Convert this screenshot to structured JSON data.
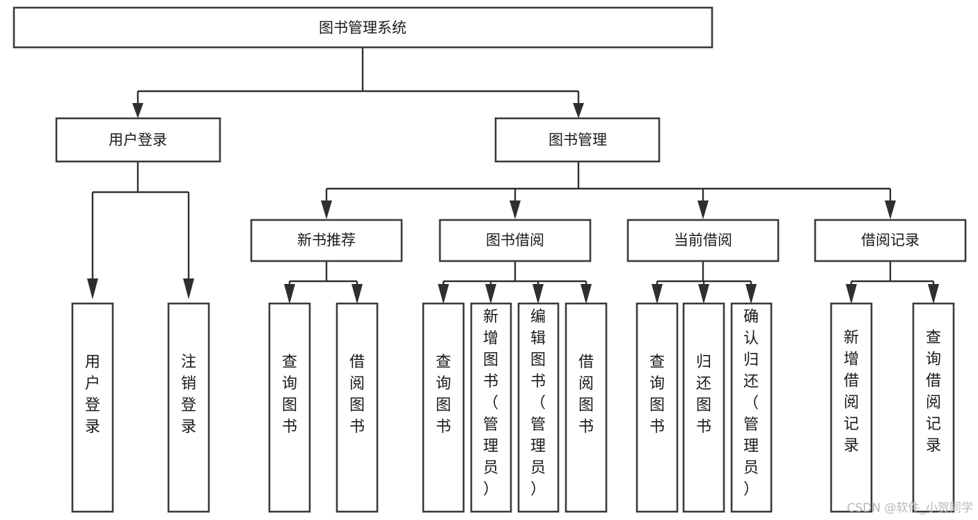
{
  "diagram": {
    "type": "tree-flowchart",
    "title": "图书管理系统",
    "root": {
      "id": "root",
      "label": "图书管理系统",
      "orientation": "horizontal"
    },
    "level2": [
      {
        "id": "user-login",
        "label": "用户登录",
        "orientation": "horizontal"
      },
      {
        "id": "book-manage",
        "label": "图书管理",
        "orientation": "horizontal"
      }
    ],
    "level3": [
      {
        "id": "new-book-recommend",
        "label": "新书推荐",
        "orientation": "horizontal"
      },
      {
        "id": "book-borrow",
        "label": "图书借阅",
        "orientation": "horizontal"
      },
      {
        "id": "current-borrow",
        "label": "当前借阅",
        "orientation": "horizontal"
      },
      {
        "id": "borrow-record",
        "label": "借阅记录",
        "orientation": "horizontal"
      }
    ],
    "leaves": [
      {
        "id": "leaf-user-login",
        "label": "用户登录",
        "parent": "user-login",
        "orientation": "vertical"
      },
      {
        "id": "leaf-user-logout",
        "label": "注销登录",
        "parent": "user-login",
        "orientation": "vertical"
      },
      {
        "id": "leaf-query-book-1",
        "label": "查询图书",
        "parent": "new-book-recommend",
        "orientation": "vertical"
      },
      {
        "id": "leaf-borrow-book-1",
        "label": "借阅图书",
        "parent": "new-book-recommend",
        "orientation": "vertical"
      },
      {
        "id": "leaf-query-book-2",
        "label": "查询图书",
        "parent": "book-borrow",
        "orientation": "vertical"
      },
      {
        "id": "leaf-add-book",
        "label": "新增图书（管理员）",
        "parent": "book-borrow",
        "orientation": "vertical"
      },
      {
        "id": "leaf-edit-book",
        "label": "编辑图书（管理员）",
        "parent": "book-borrow",
        "orientation": "vertical"
      },
      {
        "id": "leaf-borrow-book-2",
        "label": "借阅图书",
        "parent": "book-borrow",
        "orientation": "vertical"
      },
      {
        "id": "leaf-query-book-3",
        "label": "查询图书",
        "parent": "current-borrow",
        "orientation": "vertical"
      },
      {
        "id": "leaf-return-book",
        "label": "归还图书",
        "parent": "current-borrow",
        "orientation": "vertical"
      },
      {
        "id": "leaf-confirm-return",
        "label": "确认归还（管理员）",
        "parent": "current-borrow",
        "orientation": "vertical"
      },
      {
        "id": "leaf-add-record",
        "label": "新增借阅记录",
        "parent": "borrow-record",
        "orientation": "vertical"
      },
      {
        "id": "leaf-query-record",
        "label": "查询借阅记录",
        "parent": "borrow-record",
        "orientation": "vertical"
      }
    ],
    "colors": {
      "box_stroke": "#3a3a3a",
      "box_fill": "#ffffff",
      "connector": "#2f2f2f",
      "text": "#1a1a1a",
      "watermark": "#b9b9b9",
      "background": "#ffffff"
    }
  },
  "watermark": {
    "text": "CSDN @软件_小贺同学"
  }
}
